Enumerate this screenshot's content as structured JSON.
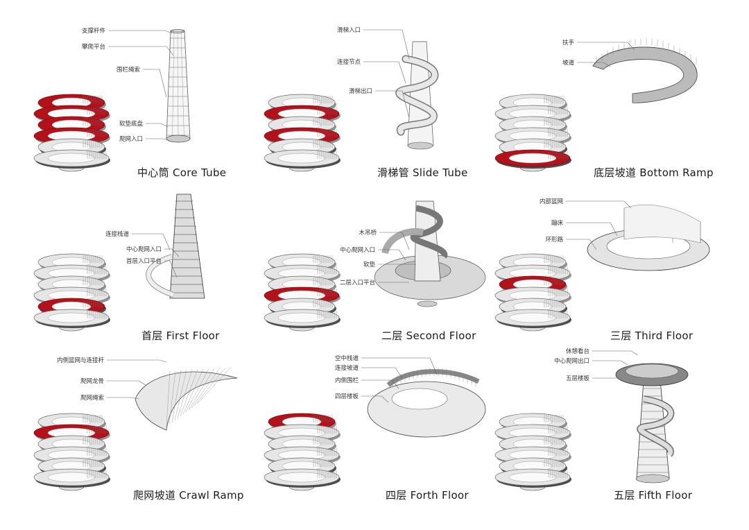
{
  "colors": {
    "highlight": "#b3121b",
    "line": "#555555",
    "surface": "#e6e6e6",
    "dark": "#3a3a3a"
  },
  "panels": [
    {
      "caption": "中心筒  Core Tube",
      "labels": [
        "支撑杆件",
        "攀爬平台",
        "围栏绳索",
        "软垫底盘",
        "爬网入口"
      ]
    },
    {
      "caption": "滑梯管  Slide Tube",
      "labels": [
        "滑梯入口",
        "连接节点",
        "滑梯出口"
      ]
    },
    {
      "caption": "底层坡道  Bottom Ramp",
      "labels": [
        "扶手",
        "坡道"
      ]
    },
    {
      "caption": "首层  First Floor",
      "labels": [
        "连接栈道",
        "中心爬网入口",
        "首层入口平台"
      ]
    },
    {
      "caption": "二层  Second Floor",
      "labels": [
        "木吊桥",
        "中心爬网入口",
        "软垫",
        "二层入口平台"
      ]
    },
    {
      "caption": "三层  Third Floor",
      "labels": [
        "内部篮网",
        "蹦床",
        "环形路"
      ]
    },
    {
      "caption": "爬网坡道 Crawl Ramp",
      "labels": [
        "内侧篮网与连接杆",
        "爬网龙骨",
        "爬网绳索"
      ]
    },
    {
      "caption": "四层  Forth Floor",
      "labels": [
        "空中栈道",
        "连接坡道",
        "内侧围栏",
        "四层楼板"
      ]
    },
    {
      "caption": "五层  Fifth Floor",
      "labels": [
        "休憩看台",
        "中心爬网出口",
        "五层楼板"
      ]
    }
  ]
}
